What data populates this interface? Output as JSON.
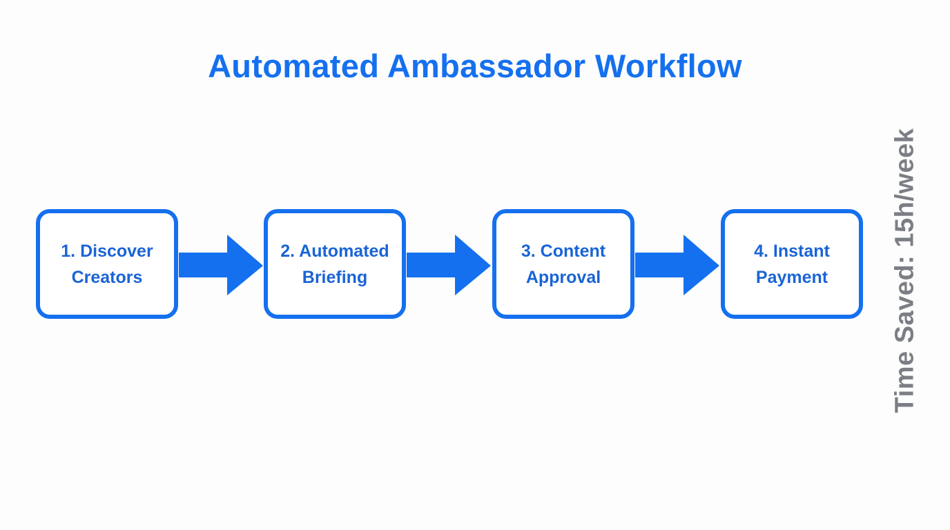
{
  "diagram": {
    "title": "Automated Ambassador Workflow",
    "side_note": "Time Saved: 15h/week",
    "steps": [
      {
        "line1": "1. Discover",
        "line2": "Creators"
      },
      {
        "line1": "2. Automated",
        "line2": "Briefing"
      },
      {
        "line1": "3. Content",
        "line2": "Approval"
      },
      {
        "line1": "4. Instant",
        "line2": "Payment"
      }
    ],
    "colors": {
      "accent": "#1570ef",
      "label": "#1a64d6",
      "side_note": "#7c7e86",
      "background": "#fdfdfd"
    }
  }
}
